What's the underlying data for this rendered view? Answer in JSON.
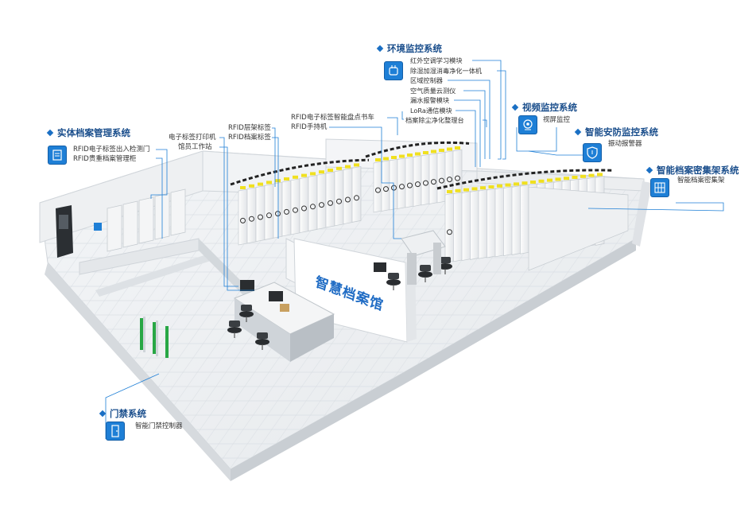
{
  "center_sign": "智慧档案馆",
  "systems": {
    "physical": {
      "title": "实体档案管理系统",
      "icon": "archive-box-icon",
      "items": [
        "RFID电子标签出入检测门",
        "RFID贵重档案管理柜"
      ]
    },
    "env": {
      "title": "环境监控系统",
      "icon": "hand-sensor-icon",
      "items": [
        "红外空调学习模块",
        "除湿加湿消毒净化一体机",
        "区域控制器",
        "空气质量云测仪",
        "漏水报警模块",
        "LoRa通信模块",
        "档案除尘净化整理台"
      ]
    },
    "video": {
      "title": "视频监控系统",
      "icon": "camera-icon",
      "items": [
        "视屏监控"
      ]
    },
    "security": {
      "title": "智能安防监控系统",
      "icon": "shield-icon",
      "items": [
        "振动报警器"
      ]
    },
    "compact": {
      "title": "智能档案密集架系统",
      "icon": "shelf-icon",
      "items": [
        "智能档案密集架"
      ]
    },
    "door": {
      "title": "门禁系统",
      "icon": "door-icon",
      "items": [
        "智能门禁控制器"
      ]
    }
  },
  "rfid": {
    "group1": [
      "RFID层架标签",
      "RFID档案标签"
    ],
    "group2": [
      "电子标签打印机",
      "馆员工作站"
    ],
    "group3": [
      "RFID电子标签智能盘点书车",
      "RFID手持机"
    ]
  },
  "colors": {
    "accent": "#1e7fd6",
    "title": "#1a4e8c",
    "line": "#1e7fd6",
    "tag": "#f0e020"
  }
}
